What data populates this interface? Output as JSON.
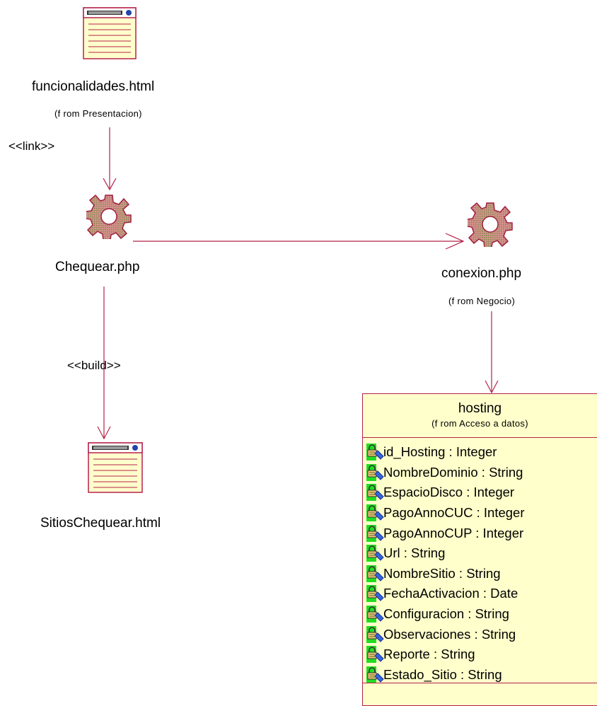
{
  "nodes": {
    "funcionalidades": {
      "name": "funcionalidades.html",
      "from": "(f rom Presentacion)"
    },
    "chequear": {
      "name": "Chequear.php"
    },
    "conexion": {
      "name": "conexion.php",
      "from": "(f rom Negocio)"
    },
    "sitios": {
      "name": "SitiosChequear.html"
    }
  },
  "stereotypes": {
    "link": "<<link>>",
    "build": "<<build>>"
  },
  "hosting": {
    "name": "hosting",
    "from": "(f rom Acceso a datos)",
    "attributes": [
      "id_Hosting : Integer",
      "NombreDominio : String",
      "EspacioDisco : Integer",
      "PagoAnnoCUC : Integer",
      "PagoAnnoCUP : Integer",
      "Url : String",
      "NombreSitio : String",
      "FechaActivacion : Date",
      "Configuracion : String",
      "Observaciones : String",
      "Reporte : String",
      "Estado_Sitio : String"
    ]
  },
  "colors": {
    "line": "#b5224b",
    "class_fill": "#ffffcc",
    "gear": "#c05060",
    "attr_icon": "#22dd22"
  }
}
